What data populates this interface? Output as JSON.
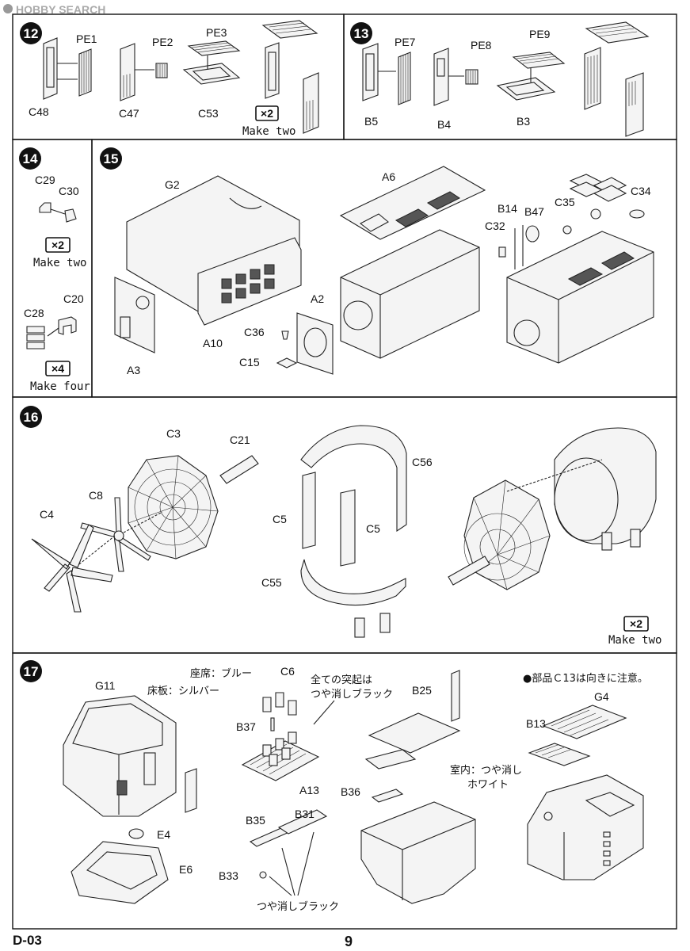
{
  "watermark": "HOBBY SEARCH",
  "footer": {
    "code": "D-03",
    "page_number": "9"
  },
  "steps": {
    "s12": {
      "number": "12",
      "labels": {
        "PE1": "PE1",
        "PE2": "PE2",
        "PE3": "PE3",
        "C48": "C48",
        "C47": "C47",
        "C53": "C53"
      },
      "multiplier": "×2",
      "note": "Make two"
    },
    "s13": {
      "number": "13",
      "labels": {
        "PE7": "PE7",
        "PE8": "PE8",
        "PE9": "PE9",
        "B5": "B5",
        "B4": "B4",
        "B3": "B3"
      }
    },
    "s14": {
      "number": "14",
      "labels": {
        "C29": "C29",
        "C30": "C30",
        "C28": "C28",
        "C20": "C20"
      },
      "multiplier_a": "×2",
      "note_a": "Make two",
      "multiplier_b": "×4",
      "note_b": "Make four"
    },
    "s15": {
      "number": "15",
      "labels": {
        "G2": "G2",
        "A3": "A3",
        "A10": "A10",
        "C36": "C36",
        "C15": "C15",
        "A2": "A2",
        "A6": "A6",
        "B14": "B14",
        "B47": "B47",
        "C32": "C32",
        "C35": "C35",
        "C34": "C34"
      }
    },
    "s16": {
      "number": "16",
      "labels": {
        "C3": "C3",
        "C21": "C21",
        "C8": "C8",
        "C4": "C4",
        "C56": "C56",
        "C5a": "C5",
        "C5b": "C5",
        "C55": "C55"
      },
      "multiplier": "×2",
      "note": "Make two"
    },
    "s17": {
      "number": "17",
      "labels": {
        "G11": "G11",
        "E4": "E4",
        "E6": "E6",
        "C6": "C6",
        "B37": "B37",
        "A13": "A13",
        "B35": "B35",
        "B31": "B31",
        "B33": "B33",
        "B25": "B25",
        "B36": "B36",
        "G4": "G4",
        "B13": "B13"
      },
      "notes": {
        "seat": "座席：ブルー",
        "floor": "床板：シルバー",
        "protrusions1": "全ての突起は",
        "protrusions2": "つや消しブラック",
        "interior1": "室内：つや消し",
        "interior2": "ホワイト",
        "flat_black": "つや消しブラック",
        "caution": "●部品Ｃ13は向きに注意。"
      }
    }
  }
}
